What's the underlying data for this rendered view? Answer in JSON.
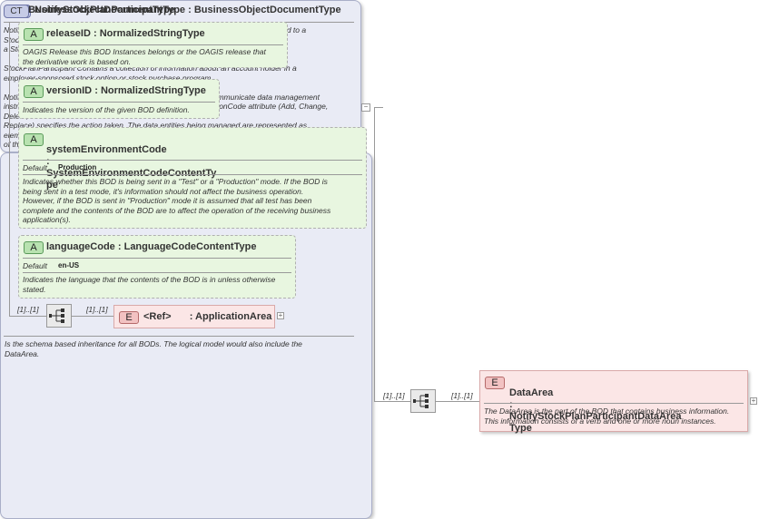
{
  "main_type": {
    "badge": "CT",
    "title": "NotifyStockPlanParticipantType",
    "sep": ":",
    "base": "BusinessObjectDocumentType",
    "doc": "NotifyStockPlanParticipant is used to inform the receiving party that an event related to a\nStockPlanParticipant has occurred or\na StockPlanParticipant has been created or modified.\n\nStockPlanParticipant  Contains a collection of information about an account holder in a\nemployer-sponsored stock option or stock purchase program.\n\nNotify is a \"Action Verb\". ActionExpression(s) represent and communicate data management\ninstructions. XPath is the default expression language. The actionCode attribute (Add, Change,\nDelete,\nReplace) specifies the action taken. The data entities being managed are represented as\nelements\nof the StockPlanParticipant noun in the BOD instance."
  },
  "base_type": {
    "badge": "CT",
    "title": "BusinessObjectDocumentType",
    "doc": "Is the schema based inheritance for all BODs. The logical model would also include the\nDataArea.",
    "attributes": [
      {
        "badge": "A",
        "name": "releaseID",
        "sep": ":",
        "type": "NormalizedStringType",
        "doc": "OAGIS Release this BOD Instances belongs or the OAGIS release that\nthe derivative work is based on."
      },
      {
        "badge": "A",
        "name": "versionID",
        "sep": ":",
        "type": "NormalizedStringType",
        "doc": "Indicates the version of the given BOD definition."
      },
      {
        "badge": "A",
        "name": "systemEnvironmentCode",
        "sep": ":",
        "type": "SystemEnvironmentCodeContentTy\npe",
        "default_label": "Default",
        "default_value": "Production",
        "doc": "Indicates whether this BOD is being sent in a \"Test\" or a \"Production\" mode. If the BOD is\nbeing sent in a test mode, it's information should not affect the business operation.\nHowever, if the BOD is sent in \"Production\" mode it is assumed that all test has been\ncomplete and the contents of the BOD are to affect the operation of the receiving business\napplication(s)."
      },
      {
        "badge": "A",
        "name": "languageCode",
        "sep": ":",
        "type": "LanguageCodeContentType",
        "default_label": "Default",
        "default_value": "en-US",
        "doc": "Indicates the language that the contents of the BOD is in unless otherwise\nstated."
      }
    ],
    "sequence": {
      "card_in": "[1]..[1]",
      "card_out": "[1]..[1]",
      "element": {
        "badge": "E",
        "name": "<Ref>",
        "sep": ":",
        "type": "ApplicationArea"
      }
    }
  },
  "data_area": {
    "card_in": "[1]..[1]",
    "card_out": "[1]..[1]",
    "badge": "E",
    "name": "DataArea",
    "sep": ":",
    "type": "NotifyStockPlanParticipantDataArea\nType",
    "doc": "The DataArea is the part of the BOD that contains business information.\nThis information consists of a verb and one or more noun instances."
  },
  "colors": {
    "complex_type_bg": "#e9ebf5",
    "attribute_bg": "#e8f6e0",
    "element_bg": "#fbe6e6"
  }
}
